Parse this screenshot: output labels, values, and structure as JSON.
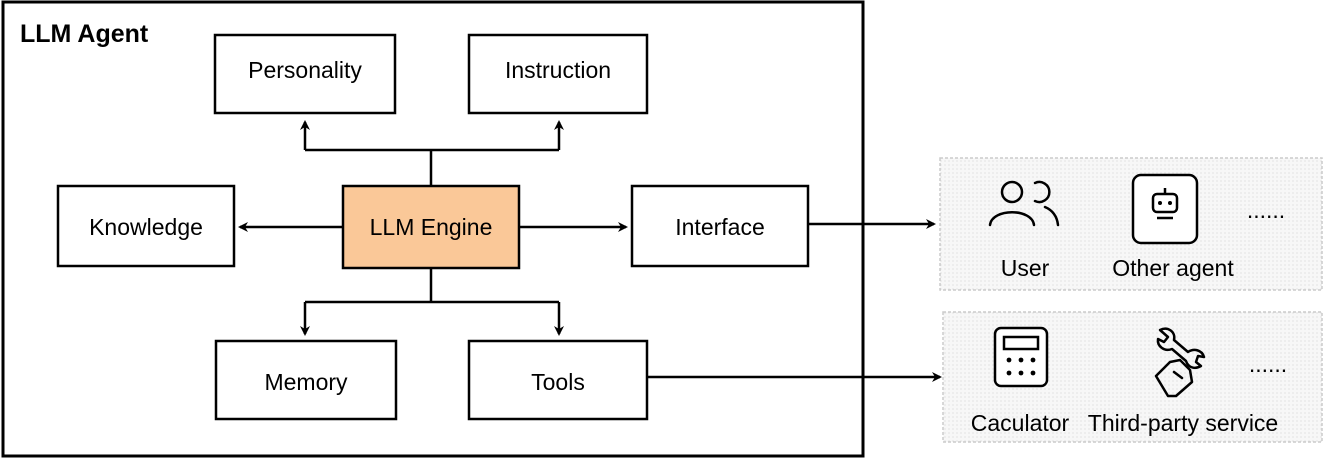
{
  "agent": {
    "title": "LLM Agent",
    "components": {
      "personality": "Personality",
      "instruction": "Instruction",
      "knowledge": "Knowledge",
      "engine": "LLM Engine",
      "interface": "Interface",
      "memory": "Memory",
      "tools": "Tools"
    }
  },
  "interface_targets": {
    "items": [
      {
        "label": "User",
        "icon": "users-icon"
      },
      {
        "label": "Other agent",
        "icon": "robot-icon"
      }
    ],
    "more": "......"
  },
  "tool_targets": {
    "items": [
      {
        "label": "Caculator",
        "icon": "calculator-icon"
      },
      {
        "label": "Third-party service",
        "icon": "wrench-hand-icon"
      }
    ],
    "more": "......"
  },
  "colors": {
    "engine_fill": "#FAC898",
    "panel_fill": "#F2F2F2",
    "panel_stroke": "#CCCCCC"
  }
}
